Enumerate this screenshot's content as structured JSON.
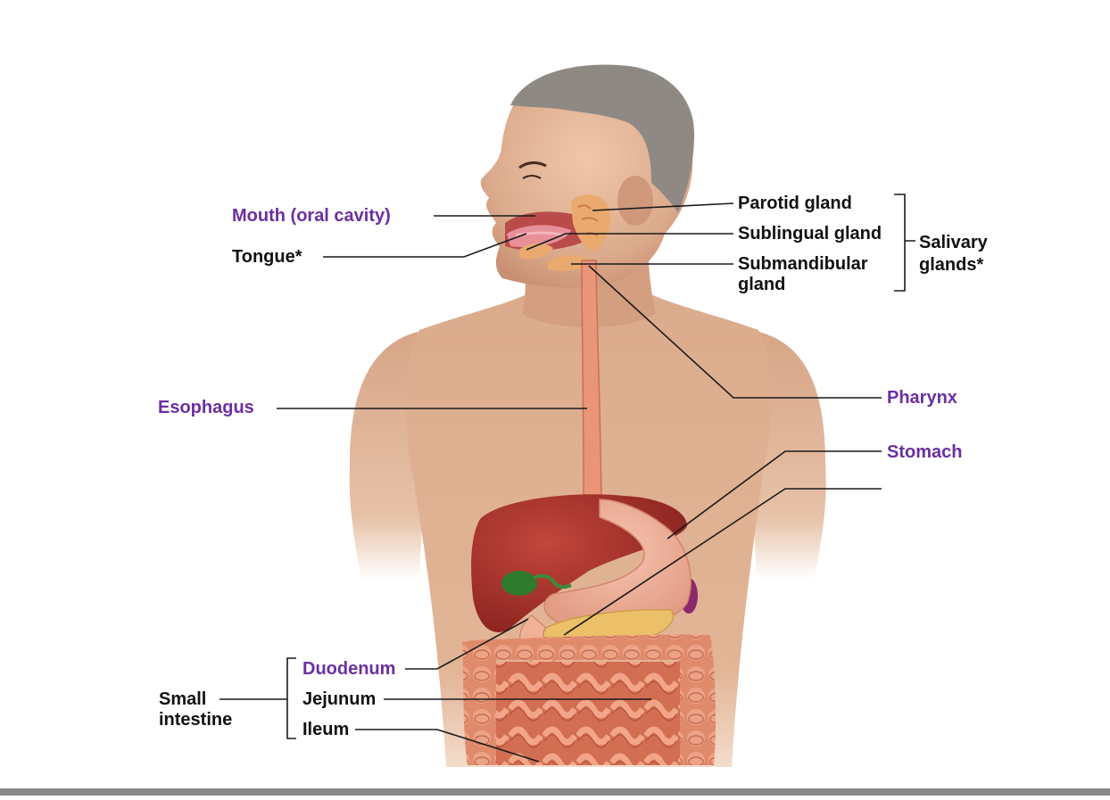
{
  "labels": {
    "mouth": "Mouth (oral cavity)",
    "tongue": "Tongue*",
    "esophagus": "Esophagus",
    "parotid": "Parotid gland",
    "sublingual": "Sublingual gland",
    "submandibular_1": "Submandibular",
    "submandibular_2": "gland",
    "salivary_1": "Salivary",
    "salivary_2": "glands*",
    "pharynx": "Pharynx",
    "stomach": "Stomach",
    "duodenum": "Duodenum",
    "jejunum": "Jejunum",
    "ileum": "Ileum",
    "small_intestine_1": "Small",
    "small_intestine_2": "intestine"
  },
  "colors": {
    "organ_label": "#6b2fa0",
    "structure_label": "#111111",
    "skin": "#d9a98a",
    "hair": "#8c8681",
    "esophagus": "#e8957a",
    "liver": "#a8322b",
    "gallbladder": "#2f7a2c",
    "stomach": "#eeae98",
    "pancreas": "#ebc068",
    "intestine": "#d9785a",
    "leader_line": "#1a1a1a"
  }
}
